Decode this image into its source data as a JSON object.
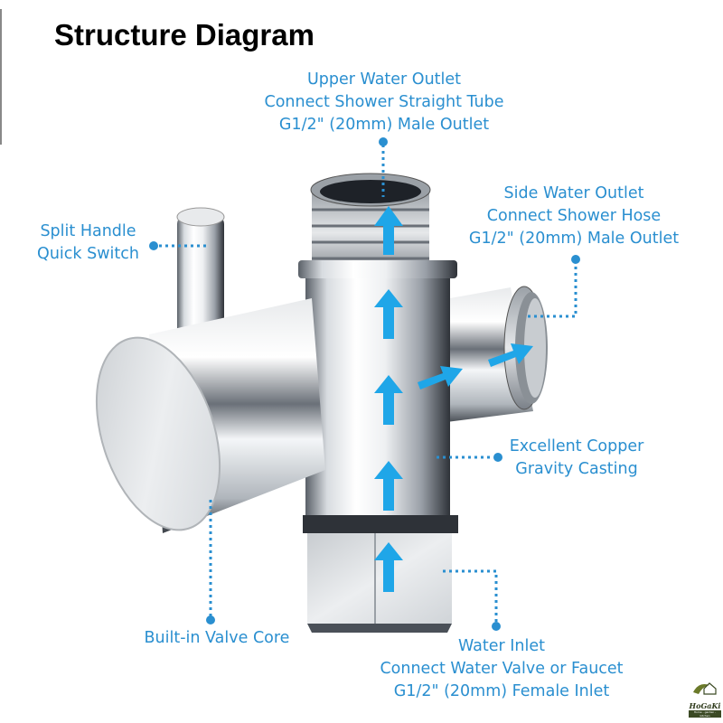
{
  "title": "Structure Diagram",
  "colors": {
    "label": "#2a8fd0",
    "arrow": "#1fa6e8",
    "chrome_light": "#f2f4f6",
    "chrome_dark": "#3a3f46"
  },
  "callouts": {
    "upper_outlet": {
      "lines": [
        "Upper Water Outlet",
        "Connect Shower Straight Tube",
        "G1/2\" (20mm) Male Outlet"
      ]
    },
    "side_outlet": {
      "lines": [
        "Side Water Outlet",
        "Connect  Shower Hose",
        "G1/2\" (20mm) Male Outlet"
      ]
    },
    "split_handle": {
      "lines": [
        "Split Handle",
        "Quick Switch"
      ]
    },
    "copper_casting": {
      "lines": [
        "Excellent Copper",
        "Gravity Casting"
      ]
    },
    "valve_core": {
      "lines": [
        "Built-in Valve Core"
      ]
    },
    "water_inlet": {
      "lines": [
        "Water Inlet",
        "Connect Water Valve or Faucet",
        "G1/2\" (20mm) Female Inlet"
      ]
    }
  },
  "flow_arrows": [
    "up-inlet",
    "up-lower-body",
    "up-mid-body",
    "up-upper-outlet",
    "right-branch",
    "right-side-outlet"
  ],
  "logo": {
    "name": "HoGaKi",
    "tagline": "Home - garden - kitchen"
  }
}
